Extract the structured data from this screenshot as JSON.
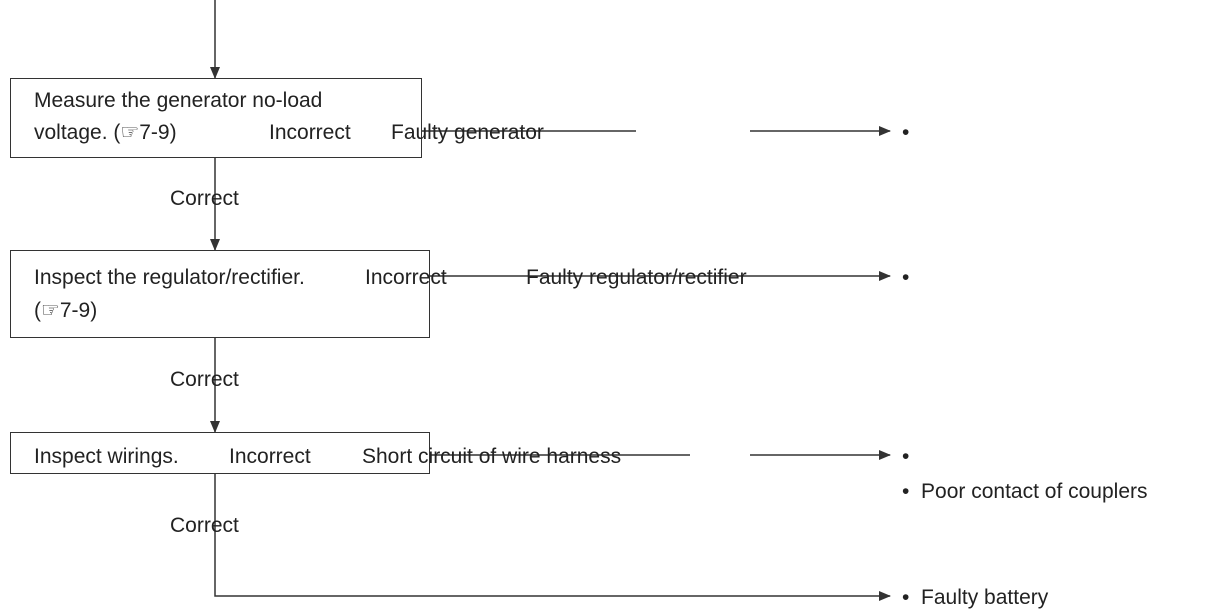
{
  "steps": [
    {
      "line1": "Measure the generator no-load",
      "line2_prefix": "voltage. (",
      "ref_icon": "☞",
      "ref": "7-9",
      "line2_suffix": ")",
      "incorrect": "Incorrect",
      "result": "Faulty generator",
      "correct": "Correct"
    },
    {
      "line1_text": "Inspect the regulator/rectifier.",
      "incorrect": "Incorrect",
      "result": "Faulty regulator/rectifier",
      "line2_prefix": "(",
      "ref_icon": "☞",
      "ref": "7-9",
      "line2_suffix": ")",
      "correct": "Correct"
    },
    {
      "line1_text": "Inspect wirings.",
      "incorrect": "Incorrect",
      "result": "Short circuit of wire harness",
      "correct": "Correct"
    }
  ],
  "outcomes": {
    "bullet": "•",
    "poor_contact": "Poor contact of couplers",
    "faulty_battery": "Faulty battery"
  }
}
